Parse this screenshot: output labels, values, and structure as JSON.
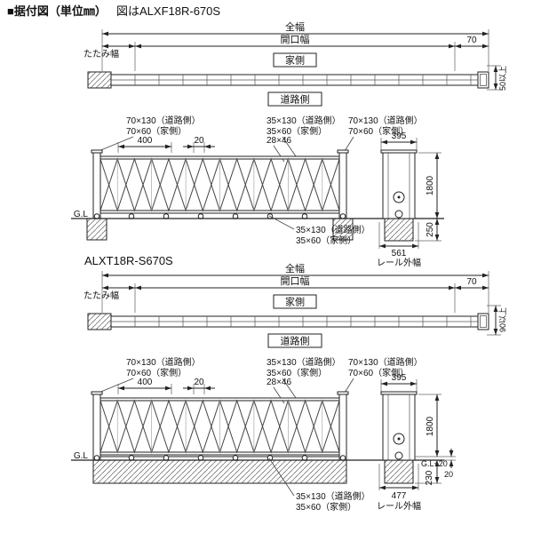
{
  "header": {
    "title": "■据付図（単位㎜）",
    "caption": "図はALXF18R-670S"
  },
  "plan_labels": {
    "overall_width": "全幅",
    "opening_width": "開口幅",
    "end_post_width": "70",
    "folding_width": "たたみ幅",
    "house_side": "家側",
    "road_side": "道路側"
  },
  "elev_labels": {
    "post_road": "70×130（道路側）",
    "post_house": "70×60（家側）",
    "lattice_road": "35×130（道路側）",
    "lattice_house": "35×60（家側）",
    "pitch": "400",
    "gap": "20",
    "crosspiece": "28×46",
    "ground": "G.L",
    "height": "1800",
    "side_post_width": "395",
    "rail_outer_caption": "レール外幅"
  },
  "section1": {
    "clearance": "50以上",
    "footing_depth": "250",
    "rail_outer_width": "561"
  },
  "section2": {
    "model": "ALXT18R-S670S",
    "clearance": "90以上",
    "rail_level": "G.L+20",
    "rail_height": "20",
    "footing_depth": "230",
    "rail_outer_width": "477"
  }
}
